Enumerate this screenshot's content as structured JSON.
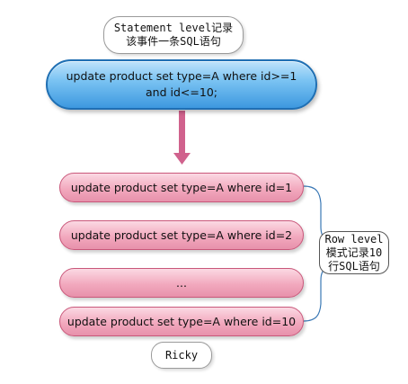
{
  "statement_callout": {
    "line1": "Statement level记录",
    "line2": "该事件一条SQL语句"
  },
  "statement_sql": "update product set type=A where id>=1 and id<=10;",
  "row_sqls": [
    "update product set type=A where id=1",
    "update product set type=A where id=2",
    "...",
    "update product set type=A where id=10"
  ],
  "row_note": {
    "line1": "Row level",
    "line2": "模式记录10",
    "line3": "行SQL语句"
  },
  "author": "Ricky",
  "colors": {
    "blue_pill": "#3d98df",
    "pink_pill": "#f2a9be",
    "arrow": "#d0628d",
    "bracket": "#3a78b5"
  }
}
